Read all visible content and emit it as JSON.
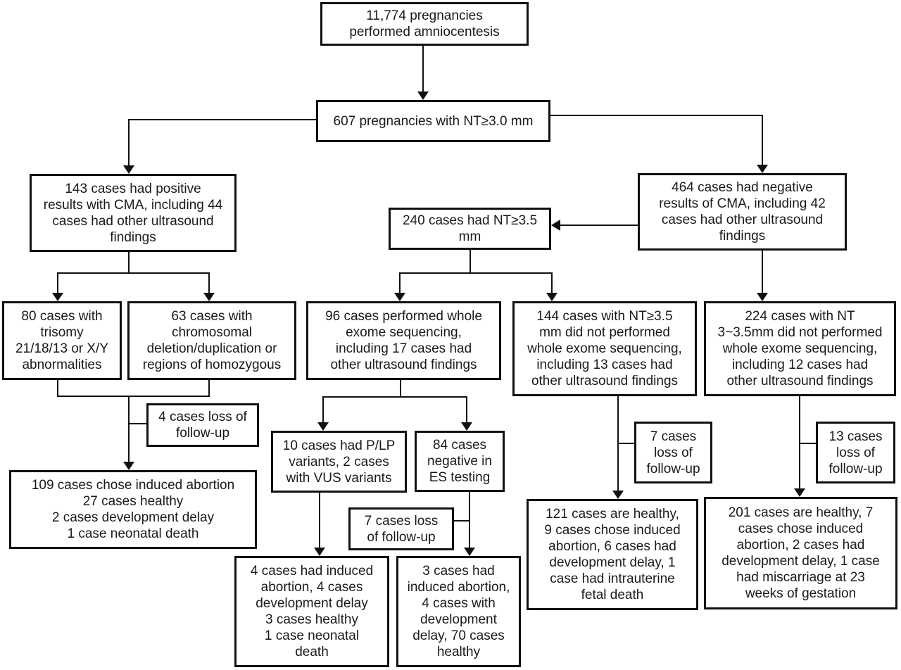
{
  "diagram": {
    "colors": {
      "background": "#ffffff",
      "box_border": "#111111",
      "line": "#111111",
      "text": "#1a1a1a"
    },
    "nodes": {
      "total_pregnancies": {
        "text": "11,774 pregnancies\nperformed amniocentesis"
      },
      "nt_3_0": {
        "text": "607 pregnancies with NT≥3.0 mm"
      },
      "cma_positive": {
        "text": "143 cases had positive\nresults with CMA, including 44\ncases had other ultrasound\nfindings"
      },
      "cma_negative": {
        "text": "464 cases had negative\nresults of CMA, including 42\ncases had other ultrasound\nfindings"
      },
      "nt_3_5": {
        "text": "240 cases had NT≥3.5\nmm"
      },
      "trisomy": {
        "text": "80 cases with\ntrisomy\n21/18/13 or X/Y\nabnormalities"
      },
      "deletion_duplication": {
        "text": "63 cases with\nchromosomal\ndeletion/duplication or\nregions of homozygous"
      },
      "wes_performed": {
        "text": "96 cases performed whole\nexome sequencing,\nincluding 17 cases had\nother ultrasound findings"
      },
      "nt35_no_wes": {
        "text": "144 cases with NT≥3.5\nmm did not performed\nwhole exome sequencing,\nincluding 13 cases had\nother ultrasound findings"
      },
      "nt3_35_no_wes": {
        "text": "224 cases with NT\n3~3.5mm did not performed\nwhole exome sequencing,\nincluding 12 cases had\nother ultrasound findings"
      },
      "loss_4": {
        "text": "4 cases loss of\nfollow-up"
      },
      "outcome_cma_positive": {
        "text": "109 cases chose induced abortion\n27 cases healthy\n2 cases development delay\n1 case neonatal death"
      },
      "plp_variants": {
        "text": "10 cases had P/LP\nvariants, 2 cases\nwith VUS variants"
      },
      "es_negative": {
        "text": "84 cases\nnegative in\nES testing"
      },
      "loss_7_mid": {
        "text": "7 cases loss\nof follow-up"
      },
      "outcome_plp": {
        "text": "4 cases had induced\nabortion, 4 cases\ndevelopment delay\n3 cases healthy\n1 case neonatal\ndeath"
      },
      "outcome_es_negative": {
        "text": "3 cases had\ninduced abortion,\n4 cases with\ndevelopment\ndelay, 70 cases\nhealthy"
      },
      "loss_7_right": {
        "text": "7 cases\nloss of\nfollow-up"
      },
      "outcome_nt35_no_wes": {
        "text": "121 cases are healthy,\n9 cases chose induced\nabortion, 6 cases had\ndevelopment delay, 1\ncase had intrauterine\nfetal death"
      },
      "loss_13": {
        "text": "13 cases\nloss of\nfollow-up"
      },
      "outcome_nt3_35": {
        "text": "201 cases are healthy, 7\ncases chose induced\nabortion, 2 cases had\ndevelopment delay, 1 case\nhad miscarriage at 23\nweeks of gestation"
      }
    },
    "edges": [
      [
        "total_pregnancies",
        "nt_3_0"
      ],
      [
        "nt_3_0",
        "cma_positive"
      ],
      [
        "nt_3_0",
        "cma_negative"
      ],
      [
        "cma_negative",
        "nt_3_5"
      ],
      [
        "cma_positive",
        "trisomy"
      ],
      [
        "cma_positive",
        "deletion_duplication"
      ],
      [
        "nt_3_5",
        "wes_performed"
      ],
      [
        "nt_3_5",
        "nt35_no_wes"
      ],
      [
        "cma_negative",
        "nt3_35_no_wes"
      ],
      [
        "trisomy",
        "outcome_cma_positive"
      ],
      [
        "deletion_duplication",
        "outcome_cma_positive"
      ],
      [
        "trisomy+deletion_duplication",
        "loss_4"
      ],
      [
        "wes_performed",
        "plp_variants"
      ],
      [
        "wes_performed",
        "es_negative"
      ],
      [
        "plp_variants",
        "outcome_plp"
      ],
      [
        "es_negative",
        "loss_7_mid"
      ],
      [
        "es_negative",
        "outcome_es_negative"
      ],
      [
        "nt35_no_wes",
        "loss_7_right"
      ],
      [
        "nt35_no_wes",
        "outcome_nt35_no_wes"
      ],
      [
        "nt3_35_no_wes",
        "loss_13"
      ],
      [
        "nt3_35_no_wes",
        "outcome_nt3_35"
      ]
    ]
  }
}
